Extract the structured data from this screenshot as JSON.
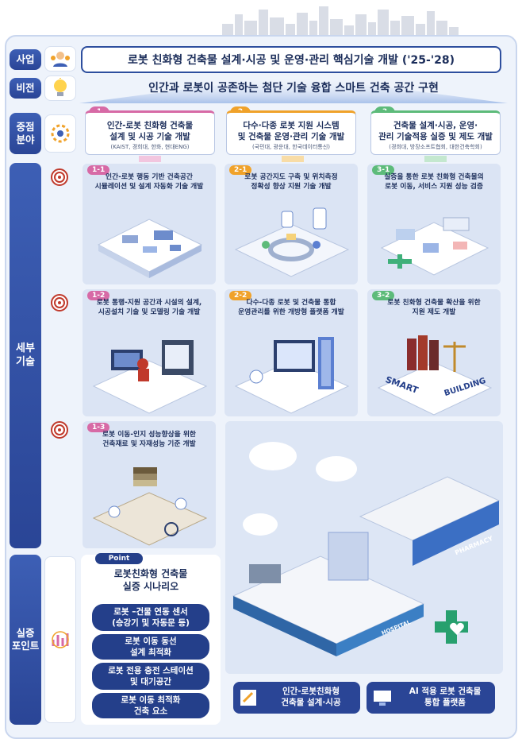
{
  "rows": {
    "project_label": "사업",
    "vision_label": "비전",
    "focus_label": "중점\n분야",
    "detail_label": "세부\n기술",
    "demo_label": "실증\n포인트"
  },
  "project_title": "로봇 친화형 건축물 설계·시공 및 운영·관리 핵심기술 개발 ('25-'28)",
  "vision_text": "인간과 로봇이 공존하는 첨단 기술 융합 스마트 건축 공간 구현",
  "focus": [
    {
      "num": "1",
      "title": "인간-로봇 친화형 건축물\n설계 및 시공 기술 개발",
      "orgs": "(KAIST, 경희대, 한화, 현대ENG)"
    },
    {
      "num": "2",
      "title": "다수·다종 로봇 지원 시스템\n및 건축물 운영·관리 기술 개발",
      "orgs": "(국민대, 광운대, 한국데이터통신)"
    },
    {
      "num": "3",
      "title": "건축물 설계·시공, 운영·\n관리 기술적용 실증 및 제도 개발",
      "orgs": "(경희대, 방장소프트협회, 대한건축학회)"
    }
  ],
  "details": [
    {
      "tag": "1-1",
      "text": "인간-로봇 행동 기반 건축공간\n시뮬레이션 및 설계 자동화 기술 개발"
    },
    {
      "tag": "2-1",
      "text": "로봇 공간지도 구축 및 위치측정\n정확성 향상 지원 기술 개발"
    },
    {
      "tag": "3-1",
      "text": "실증을 통한 로봇 친화형 건축물의\n로봇 이동, 서비스 지원 성능 검증"
    },
    {
      "tag": "1-2",
      "text": "로봇 통행-지원 공간과 시설의 설계,\n시공설치 기술 및 모델링 기술 개발"
    },
    {
      "tag": "2-2",
      "text": "다수-다종 로봇 및 건축물 통합\n운영관리를 위한 개방형 플랫폼 개발"
    },
    {
      "tag": "3-2",
      "text": "로봇 친화형 건축물 확산을 위한\n지원 제도 개발"
    },
    {
      "tag": "1-3",
      "text": "로봇 이동-인지 성능향상을 위한\n건축재료 및 자재성능 기준 개발"
    }
  ],
  "illustration_words": {
    "smart": "SMART",
    "building": "BUILDING",
    "pharmacy": "PHARMACY",
    "hospital": "HOSPITAL"
  },
  "point": {
    "badge": "Point",
    "title": "로봇친화형 건축물\n실증 시나리오",
    "scenarios": [
      "로봇 –건물 연동 센서\n(승강기 및 자동문 등)",
      "로봇 이동 동선\n설계 최적화",
      "로봇 전용 충전 스테이션\n및 대기공간",
      "로봇 이동 최적화\n건축 요소"
    ]
  },
  "bottom_buttons": [
    {
      "label": "인간-로봇친화형\n건축물 설계·시공"
    },
    {
      "label": "AI 적용 로봇 건축물\n통합 플랫폼"
    }
  ],
  "colors": {
    "navy": "#2a4596",
    "pink": "#d76aa6",
    "orange": "#f0a22a",
    "green": "#5dbb7a"
  }
}
